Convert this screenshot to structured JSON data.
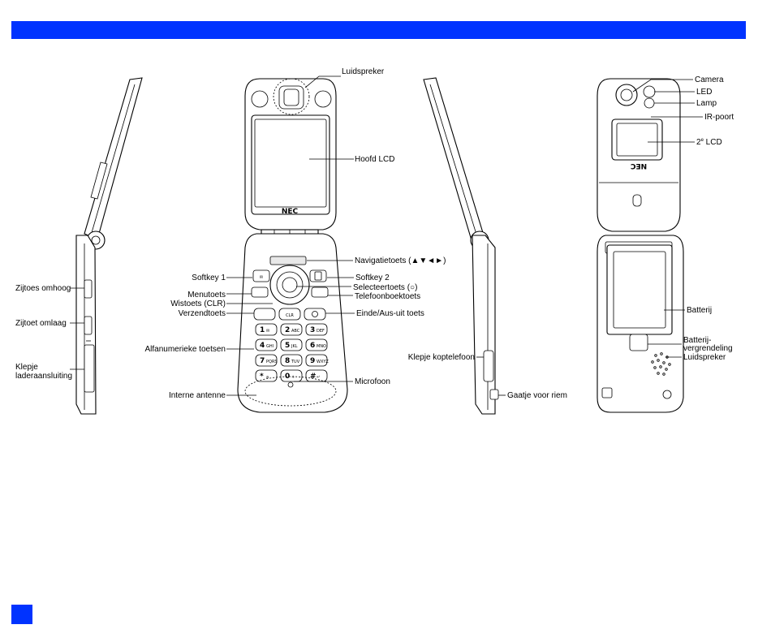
{
  "header": {
    "color": "#0033ff"
  },
  "labels": {
    "luidspreker_top": "Luidspreker",
    "hoofd_lcd": "Hoofd LCD",
    "navigatietoets": "Navigatietoets (▲▼◄►)",
    "softkey1": "Softkey 1",
    "softkey2": "Softkey 2",
    "menutoets": "Menutoets",
    "selecteertoets": "Selecteertoets (○)",
    "wistoets": "Wistoets (CLR)",
    "telefoonboektoets": "Telefoonboektoets",
    "verzendtoets": "Verzendtoets",
    "einde": "Einde/Aus-uit toets",
    "alfanumerieke": "Alfanumerieke toetsen",
    "microfoon": "Microfoon",
    "interne_antenne": "Interne antenne",
    "zijtoes_omhoog": "Zijtoes omhoog",
    "zijtoet_omlaag": "Zijtoet omlaag",
    "klepje_lader_1": "Klepje",
    "klepje_lader_2": "laderaansluiting",
    "klepje_koptelefoon": "Klepje koptelefoon",
    "gaatje_riem": "Gaatje voor riem",
    "camera": "Camera",
    "led": "LED",
    "lamp": "Lamp",
    "ir_poort": "IR-poort",
    "lcd2_num": "2",
    "lcd2_sup": "e",
    "lcd2_text": " LCD",
    "batterij": "Batterij",
    "batterij_vergrendeling_1": "Batterij-",
    "batterij_vergrendeling_2": "vergrendeling",
    "luidspreker_back": "Luidspreker",
    "brand_front": "NEC",
    "brand_back": "NEC"
  },
  "keypad": {
    "keys": [
      [
        "1",
        "✉"
      ],
      [
        "2",
        "ABC"
      ],
      [
        "3",
        "DEF"
      ],
      [
        "4",
        "GHI"
      ],
      [
        "5",
        "JKL"
      ],
      [
        "6",
        "MNO"
      ],
      [
        "7",
        "PQRS"
      ],
      [
        "8",
        "TUV"
      ],
      [
        "9",
        "WXYZ"
      ],
      [
        "*",
        "a"
      ],
      [
        "0",
        "+"
      ],
      [
        "#",
        "↵"
      ]
    ],
    "clr": "CLR"
  }
}
